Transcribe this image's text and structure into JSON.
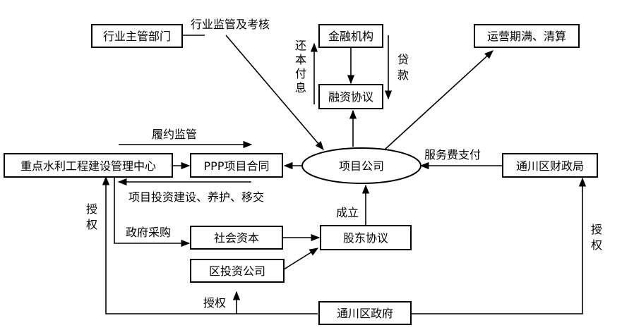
{
  "nodes": {
    "industry_dept": "行业主管部门",
    "finance_inst": "金融机构",
    "ops_expiry": "运营期满、清算",
    "financing_agreement": "融资协议",
    "water_center": "重点水利工程建设管理中心",
    "ppp_contract": "PPP项目合同",
    "project_company": "项目公司",
    "treasury": "通川区财政局",
    "social_capital": "社会资本",
    "shareholder_agreement": "股东协议",
    "district_invest": "区投资公司",
    "district_gov": "通川区政府"
  },
  "labels": {
    "supervision_assess": "行业监管及考核",
    "repay": [
      "还",
      "本",
      "付",
      "息"
    ],
    "loan": [
      "贷",
      "款"
    ],
    "performance_supervision": "履约监管",
    "service_fee": "服务费支付",
    "build_maintain_transfer": "项目投资建设、养护、移交",
    "established": "成立",
    "gov_procurement": "政府采购",
    "authorize_left": [
      "授",
      "权"
    ],
    "authorize_right": [
      "授",
      "权"
    ],
    "authorize_bottom": "授权"
  }
}
